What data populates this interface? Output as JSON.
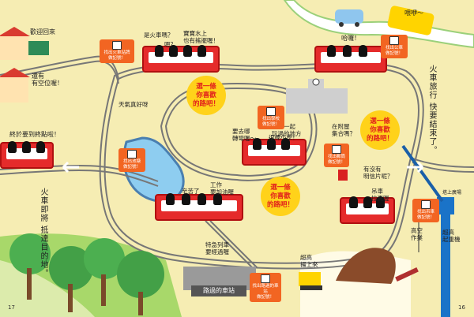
{
  "page_numbers": {
    "left": "17",
    "right": "16"
  },
  "signs": {
    "welcome": "歡迎回來",
    "still_empty": "還有\n有空位喔！",
    "destination_soon": "終於要到終點啦！",
    "arrive_soon": "火車即將\n抵達目的地。",
    "journey_end": "火車旅行\n快要結束了。",
    "yelling": "喂咿～",
    "hello": "哈囉！"
  },
  "bubbles": [
    {
      "id": "choose1",
      "text": "選一條\n你喜歡\n的路吧！"
    },
    {
      "id": "choose2",
      "text": "選一條\n你喜歡\n的路吧！"
    },
    {
      "id": "choose3",
      "text": "選一條\n你喜歡\n的路吧！"
    }
  ],
  "notes": {
    "sunny": "天氣真好呀",
    "train_top": "是火車嗎？",
    "huh": "嗯？",
    "forgot": "寶寶水上\n也有搖擺喔！",
    "classmate": "同學一起\n玩過的地方",
    "school": "在附屋\n集合嗎？",
    "crossing": "要去哪\n轉彎喔～",
    "ok": "很棒小學！",
    "tired": "辛苦了",
    "worker": "工作\n要加油喔",
    "where": "有沒有\n明信片呢？",
    "tour": "吊車\n拉高喔",
    "scary": "高空\n作業",
    "lift": "超高\n揚上來",
    "special": "特急列車\n要經過喔",
    "high": "超高\n起重機",
    "crane_label": "塔上廣場"
  },
  "badges": [
    {
      "id": "b1",
      "text": "找出火車站牌\n做記號！"
    },
    {
      "id": "b2",
      "text": "找出公車\n做記號！"
    },
    {
      "id": "b3",
      "text": "找出學校\n做記號！"
    },
    {
      "id": "b4",
      "text": "找出池塘\n做記號！"
    },
    {
      "id": "b5",
      "text": "找出郵筒\n做記號！"
    },
    {
      "id": "b6",
      "text": "找出吊車\n做記號！"
    },
    {
      "id": "b7",
      "text": "找出路過的車站\n做記號！"
    }
  ],
  "station_name": "路過的車站",
  "colors": {
    "background": "#f6edb3",
    "track": "#666666",
    "train": "#e52b2b",
    "bubble": "#ffd21a",
    "badge": "#f26522"
  }
}
